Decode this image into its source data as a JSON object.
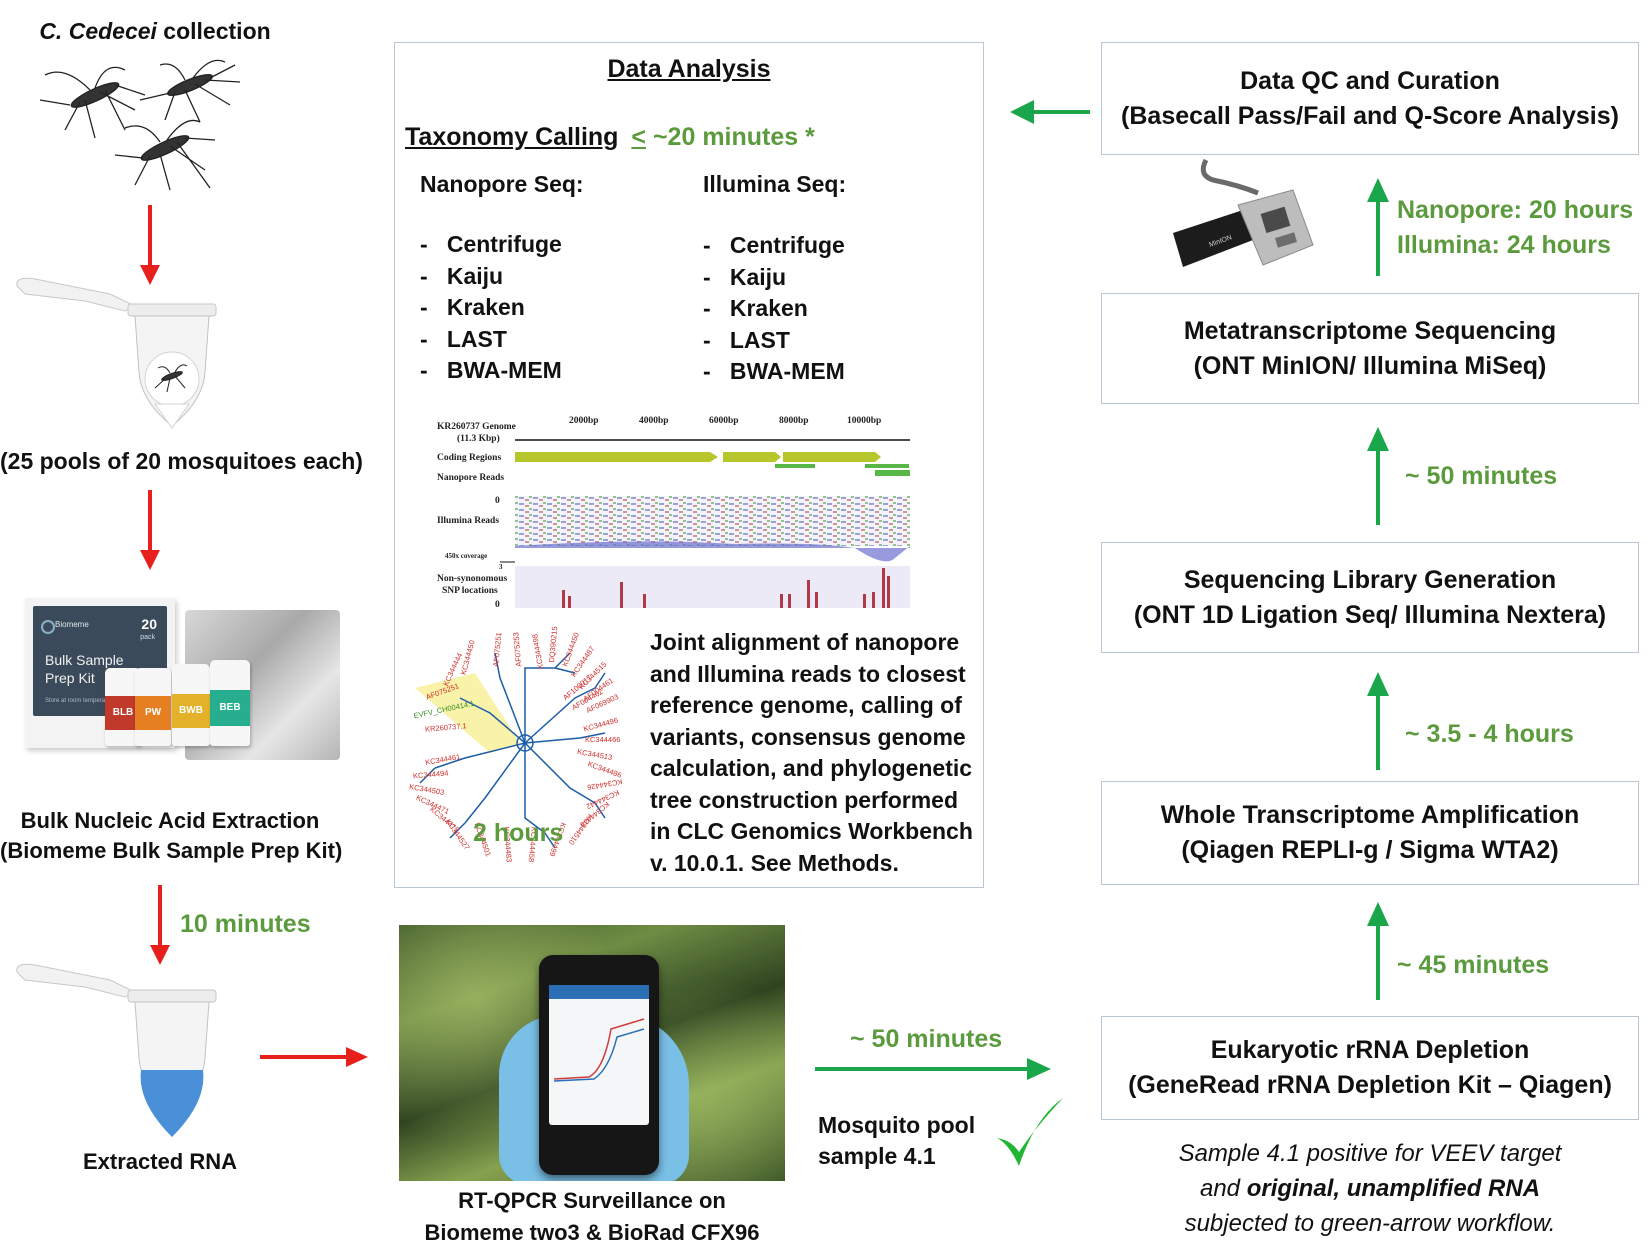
{
  "left": {
    "collection_italic": "C. Cedecei",
    "collection_rest": " collection",
    "pools_label": "(25 pools of 20 mosquitoes each)",
    "extraction_line1": "Bulk Nucleic Acid Extraction",
    "extraction_line2": "(Biomeme Bulk Sample Prep Kit)",
    "kit_brand": "Biomeme",
    "kit_count": "20",
    "kit_count_sub": "pack",
    "kit_name_line1": "Bulk Sample",
    "kit_name_line2": "Prep Kit",
    "kit_storage": "Store at room temperature",
    "bottles": [
      "BLB",
      "PW",
      "BWB",
      "BEB"
    ],
    "time_extraction": "10 minutes",
    "extracted_rna": "Extracted RNA"
  },
  "analysis": {
    "title": "Data Analysis",
    "taxonomy_label": "Taxonomy Calling",
    "taxonomy_leq": "<",
    "taxonomy_time": " ~20 minutes *",
    "nanopore_header": "Nanopore Seq:",
    "illumina_header": "Illumina Seq:",
    "nanopore_tools": [
      "Centrifuge",
      "Kaiju",
      "Kraken",
      "LAST",
      "BWA-MEM"
    ],
    "illumina_tools": [
      "Centrifuge",
      "Kaiju",
      "Kraken",
      "LAST",
      "BWA-MEM"
    ],
    "genome_figure": {
      "genome_label_line1": "KR260737 Genome",
      "genome_label_line2": "(11.3 Kbp)",
      "ticks": [
        "2000bp",
        "4000bp",
        "6000bp",
        "8000bp",
        "10000bp"
      ],
      "coding_regions": "Coding Regions",
      "nanopore_reads": "Nanopore Reads",
      "illumina_reads": "Illumina Reads",
      "coverage_label": "450x coverage",
      "snp_line1": "Non-synonomous",
      "snp_line2": "SNP locations",
      "zero": "0",
      "three": "3"
    },
    "tree_figure": {
      "red_labels": [
        "KC344461",
        "KC344494",
        "KC344503",
        "KC344471",
        "KC344472",
        "KC344527",
        "KC344501",
        "KC344483",
        "KC344458",
        "KC344499",
        "KC344510",
        "KC344448",
        "KC344442",
        "KC344426",
        "KC344466",
        "KC344496",
        "KC344513",
        "KC344444",
        "KC344450",
        "AF075251",
        "AF075253",
        "KC344498"
      ],
      "highlight_labels": [
        "AF075251",
        "EVFV_CH00414.1",
        "KR260737.1"
      ],
      "green_labels": [
        "DQ390215",
        "KC344450",
        "KC344487",
        "KC344515",
        "AF004461",
        "AF069903",
        "AF004462",
        "AF100017",
        "KC344486"
      ]
    },
    "caption": [
      "Joint alignment of nanopore",
      "and Illumina reads to closest",
      "reference genome, calling of",
      "variants, consensus genome",
      "calculation, and phylogenetic",
      "tree construction performed",
      "in CLC Genomics Workbench",
      "v. 10.0.1. See Methods."
    ],
    "time": "2 hours"
  },
  "qpcr": {
    "label_line1": "RT-QPCR Surveillance on",
    "label_line2": "Biomeme two3 & BioRad CFX96",
    "time": "~ 50 minutes",
    "mosquito_pool_line1": "Mosquito pool",
    "mosquito_pool_line2": "sample 4.1"
  },
  "right": {
    "qc_line1": "Data QC and Curation",
    "qc_line2": "(Basecall Pass/Fail and Q-Score Analysis)",
    "seq_time_nanopore": "Nanopore: 20 hours",
    "seq_time_illumina": "Illumina: 24 hours",
    "minion_label": "MinION",
    "seq_line1": "Metatranscriptome Sequencing",
    "seq_line2": "(ONT MinION/ Illumina MiSeq)",
    "time_library": "~ 50 minutes",
    "lib_line1": "Sequencing Library Generation",
    "lib_line2": "(ONT 1D Ligation Seq/ Illumina Nextera)",
    "time_amplification": "~ 3.5 - 4 hours",
    "wta_line1": "Whole Transcriptome Amplification",
    "wta_line2": "(Qiagen REPLI-g / Sigma WTA2)",
    "time_depletion": "~ 45 minutes",
    "depl_line1": "Eukaryotic rRNA Depletion",
    "depl_line2": "(GeneRead rRNA Depletion Kit – Qiagen)",
    "note_line1": "Sample 4.1 positive for VEEV target",
    "note_line2_pre": "and ",
    "note_line2_bold": "original, unamplified RNA",
    "note_line3": "subjected to green-arrow workflow."
  },
  "colors": {
    "red_arrow": "#e8201c",
    "green_arrow": "#1aa64a",
    "green_text": "#5b9a3d",
    "box_border": "#b9c6d6",
    "check": "#22b531"
  }
}
